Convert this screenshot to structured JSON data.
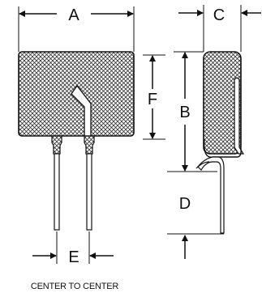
{
  "dimensions": {
    "a": "A",
    "b": "B",
    "c": "C",
    "d": "D",
    "e": "E",
    "f": "F"
  },
  "caption": "CENTER TO CENTER",
  "colors": {
    "line": "#111111",
    "hatch": "#333333",
    "background": "#ffffff"
  }
}
